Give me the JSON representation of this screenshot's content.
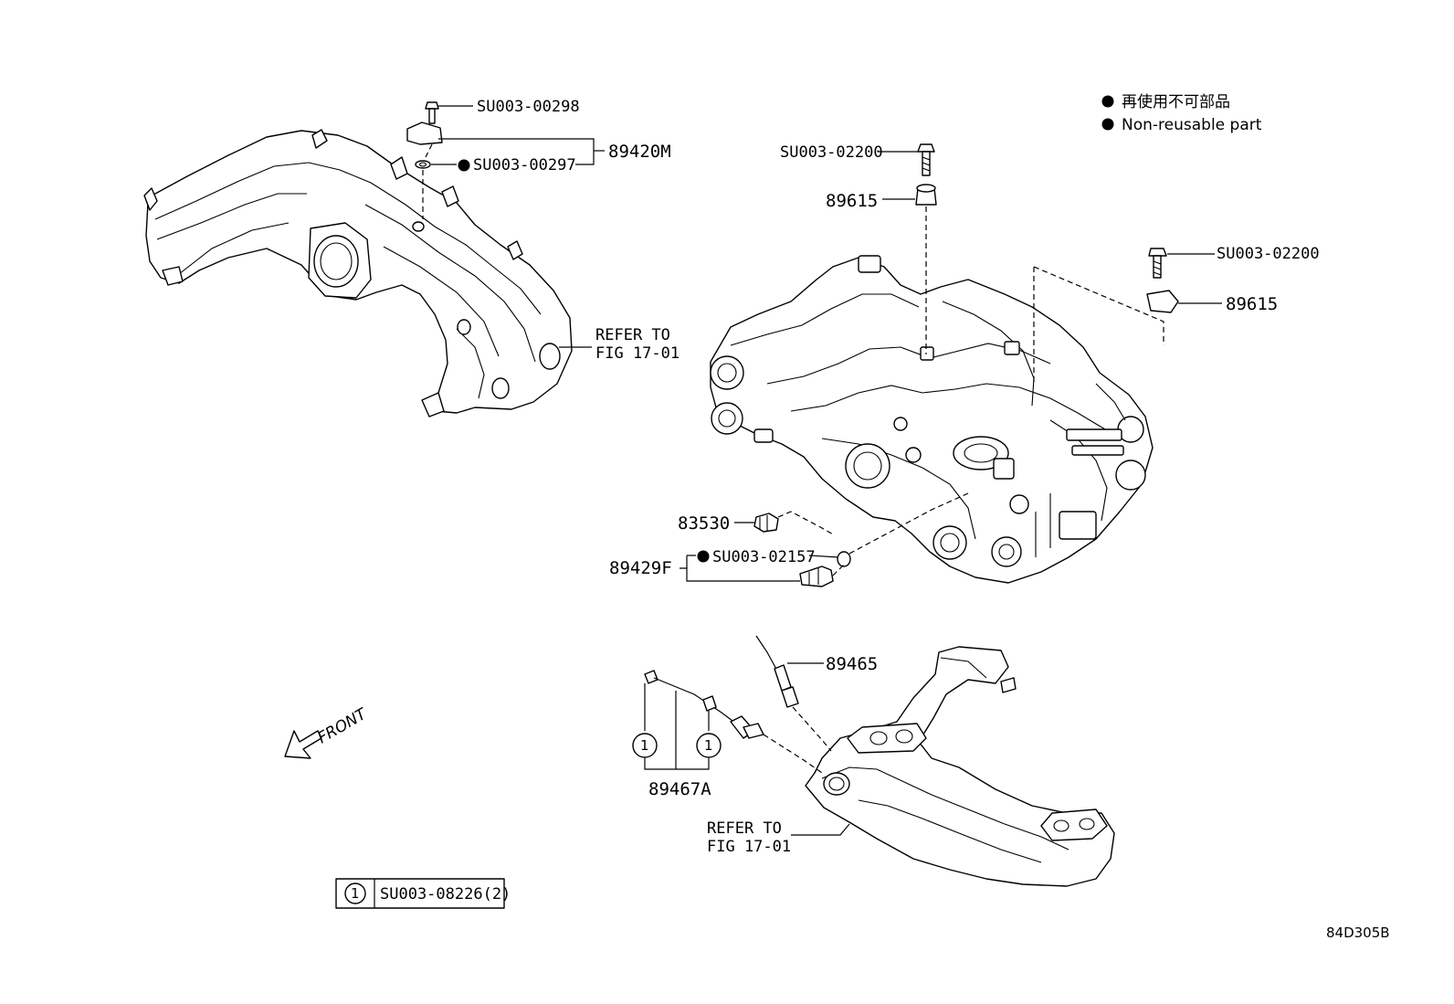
{
  "legend": {
    "line_jp": "再使用不可部品",
    "line_en": "Non-reusable part"
  },
  "labels": {
    "su_00298": "SU003-00298",
    "su_00297": "SU003-00297",
    "p_89420m": "89420M",
    "refer_1a": "REFER TO",
    "refer_1b": "FIG 17-01",
    "su_02200_a": "SU003-02200",
    "p_89615_a": "89615",
    "su_02200_b": "SU003-02200",
    "p_89615_b": "89615",
    "p_83530": "83530",
    "su_02157": "SU003-02157",
    "p_89429f": "89429F",
    "p_89465": "89465",
    "circle_a": "1",
    "circle_b": "1",
    "p_89467a": "89467A",
    "refer_2a": "REFER TO",
    "refer_2b": "FIG 17-01",
    "front": "FRONT",
    "box_num": "1",
    "box_part": "SU003-08226(2)",
    "diagram_code": "84D305B"
  }
}
